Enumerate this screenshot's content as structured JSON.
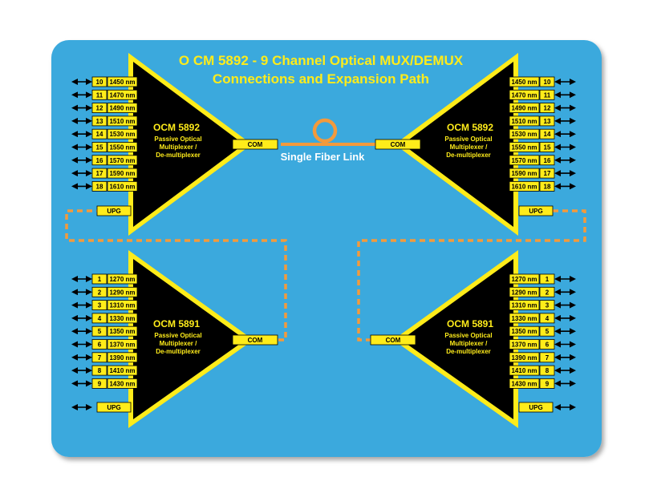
{
  "title": {
    "line1": "O CM 5892 - 9 Channel Optical MUX/DEMUX",
    "line2": "Connections and Expansion Path"
  },
  "link_label": "Single Fiber Link",
  "colors": {
    "board": "#3aa9dd",
    "label_yellow": "#ffec1a",
    "fiber_orange": "#f39a3c",
    "triangle": "#000000"
  },
  "upper_channels": [
    {
      "num": "10",
      "wl": "1450 nm"
    },
    {
      "num": "11",
      "wl": "1470 nm"
    },
    {
      "num": "12",
      "wl": "1490 nm"
    },
    {
      "num": "13",
      "wl": "1510 nm"
    },
    {
      "num": "14",
      "wl": "1530 nm"
    },
    {
      "num": "15",
      "wl": "1550 nm"
    },
    {
      "num": "16",
      "wl": "1570 nm"
    },
    {
      "num": "17",
      "wl": "1590 nm"
    },
    {
      "num": "18",
      "wl": "1610 nm"
    }
  ],
  "lower_channels": [
    {
      "num": "1",
      "wl": "1270 nm"
    },
    {
      "num": "2",
      "wl": "1290 nm"
    },
    {
      "num": "3",
      "wl": "1310 nm"
    },
    {
      "num": "4",
      "wl": "1330 nm"
    },
    {
      "num": "5",
      "wl": "1350 nm"
    },
    {
      "num": "6",
      "wl": "1370 nm"
    },
    {
      "num": "7",
      "wl": "1390 nm"
    },
    {
      "num": "8",
      "wl": "1410 nm"
    },
    {
      "num": "9",
      "wl": "1430 nm"
    }
  ],
  "modules": {
    "upper": {
      "name": "OCM 5892",
      "desc1": "Passive Optical",
      "desc2": "Multiplexer /",
      "desc3": "De-multiplexer"
    },
    "lower": {
      "name": "OCM 5891",
      "desc1": "Passive Optical",
      "desc2": "Multiplexer /",
      "desc3": "De-multiplexer"
    }
  },
  "ports": {
    "com": "COM",
    "upg": "UPG"
  }
}
